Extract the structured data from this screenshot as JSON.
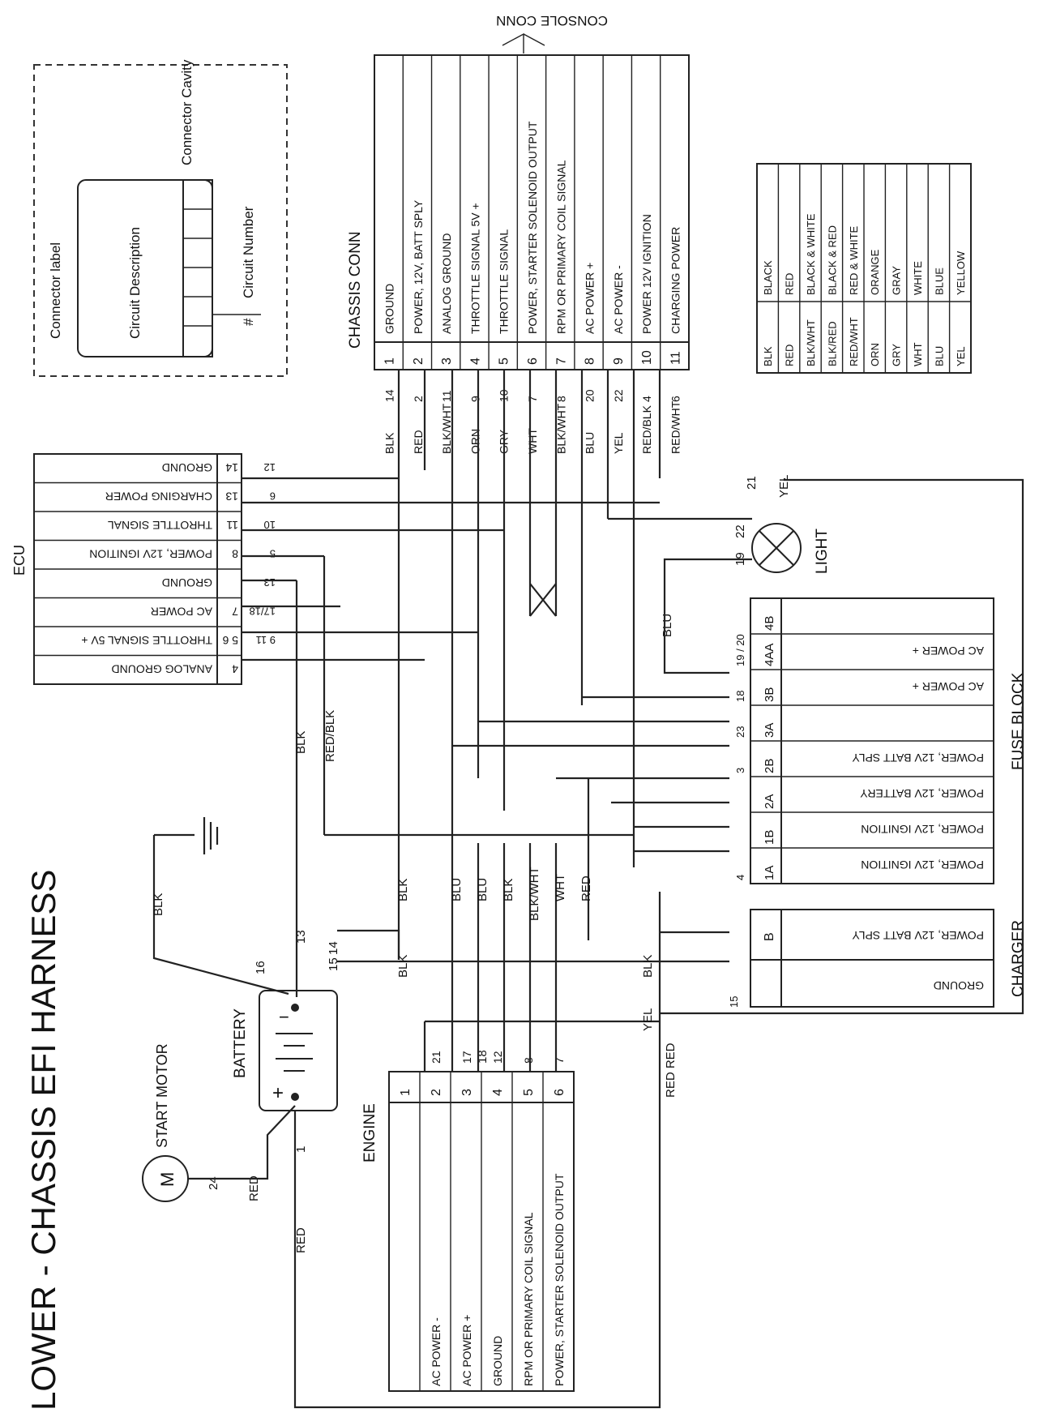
{
  "title": "LOWER - CHASSIS EFI HARNESS",
  "legend_key": {
    "connector_label": "Connector label",
    "circuit_description": "Circuit Description",
    "connector_cavity": "Connector Cavity",
    "circuit_number": "Circuit Number",
    "hash": "#"
  },
  "chassis_conn": {
    "label": "CHASSIS CONN",
    "console_label": "CONSOLE CONN",
    "pins": [
      {
        "cavity": "1",
        "desc": "GROUND",
        "color": "BLK",
        "circuit": "14"
      },
      {
        "cavity": "2",
        "desc": "POWER, 12V, BATT SPLY",
        "color": "RED",
        "circuit": "2"
      },
      {
        "cavity": "3",
        "desc": "ANALOG GROUND",
        "color": "BLK/WHT",
        "circuit": "11"
      },
      {
        "cavity": "4",
        "desc": "THROTTLE SIGNAL 5V +",
        "color": "ORN",
        "circuit": "9"
      },
      {
        "cavity": "5",
        "desc": "THROTTLE SIGNAL",
        "color": "GRY",
        "circuit": "10"
      },
      {
        "cavity": "6",
        "desc": "POWER, STARTER SOLENOID OUTPUT",
        "color": "WHT",
        "circuit": "7"
      },
      {
        "cavity": "7",
        "desc": "RPM OR PRIMARY COIL SIGNAL",
        "color": "BLK/WHT",
        "circuit": "8"
      },
      {
        "cavity": "8",
        "desc": "AC POWER +",
        "color": "BLU",
        "circuit": "20"
      },
      {
        "cavity": "9",
        "desc": "AC POWER -",
        "color": "YEL",
        "circuit": "22"
      },
      {
        "cavity": "10",
        "desc": "POWER 12V IGNITION",
        "color": "RED/BLK",
        "circuit": "4"
      },
      {
        "cavity": "11",
        "desc": "CHARGING POWER",
        "color": "RED/WHT",
        "circuit": "6"
      }
    ]
  },
  "color_key": [
    {
      "abbr": "BLK",
      "name": "BLACK"
    },
    {
      "abbr": "RED",
      "name": "RED"
    },
    {
      "abbr": "BLK/WHT",
      "name": "BLACK & WHITE"
    },
    {
      "abbr": "BLK/RED",
      "name": "BLACK & RED"
    },
    {
      "abbr": "RED/WHT",
      "name": "RED & WHITE"
    },
    {
      "abbr": "ORN",
      "name": "ORANGE"
    },
    {
      "abbr": "GRY",
      "name": "GRAY"
    },
    {
      "abbr": "WHT",
      "name": "WHITE"
    },
    {
      "abbr": "BLU",
      "name": "BLUE"
    },
    {
      "abbr": "YEL",
      "name": "YELLOW"
    }
  ],
  "ecu": {
    "label": "ECU",
    "pins": [
      {
        "cavity": "14",
        "desc": "GROUND",
        "circuit": "12"
      },
      {
        "cavity": "13",
        "desc": "CHARGING POWER",
        "circuit": "6"
      },
      {
        "cavity": "11",
        "desc": "THROTTLE SIGNAL",
        "circuit": "10"
      },
      {
        "cavity": "8",
        "desc": "POWER, 12V IGNITION",
        "circuit": "5"
      },
      {
        "cavity": "",
        "desc": "GROUND",
        "circuit": "13"
      },
      {
        "cavity": "7",
        "desc": "AC POWER",
        "circuit": "17/18"
      },
      {
        "cavity": "5 6",
        "desc": "THROTTLE SIGNAL 5V +",
        "circuit": "9 11"
      },
      {
        "cavity": "4",
        "desc": "ANALOG GROUND",
        "circuit": ""
      }
    ]
  },
  "light": {
    "label": "LIGHT",
    "circuits": [
      "21",
      "22",
      "19"
    ],
    "wire_top": "YEL",
    "wire_bottom": "BLU"
  },
  "fuse_block": {
    "label": "FUSE BLOCK",
    "pins": [
      {
        "cavity": "4B",
        "desc": "",
        "circuit": ""
      },
      {
        "cavity": "4AA",
        "desc": "AC POWER +",
        "circuit": "19 / 20"
      },
      {
        "cavity": "3B",
        "desc": "AC POWER +",
        "circuit": "18"
      },
      {
        "cavity": "3A",
        "desc": "",
        "circuit": "23"
      },
      {
        "cavity": "2B",
        "desc": "POWER, 12V BATT SPLY",
        "circuit": "3"
      },
      {
        "cavity": "2A",
        "desc": "POWER, 12V BATTERY",
        "circuit": ""
      },
      {
        "cavity": "1B",
        "desc": "POWER, 12V IGNITION",
        "circuit": ""
      },
      {
        "cavity": "1A",
        "desc": "POWER, 12V IGNITION",
        "circuit": "4"
      }
    ]
  },
  "charger": {
    "label": "CHARGER",
    "pins": [
      {
        "cavity": "B",
        "desc": "POWER, 12V BATT SPLY",
        "circuit": ""
      },
      {
        "cavity": "",
        "desc": "GROUND",
        "circuit": "15"
      }
    ]
  },
  "battery": {
    "label": "BATTERY",
    "plus": "+",
    "minus": "−",
    "circuits": [
      "16",
      "13",
      "15",
      "14",
      "1"
    ]
  },
  "start_motor": {
    "label": "START MOTOR",
    "symbol": "M",
    "circuit": "24",
    "wire": "RED"
  },
  "engine": {
    "label": "ENGINE",
    "pins": [
      {
        "cavity": "1",
        "desc": "",
        "circuit": ""
      },
      {
        "cavity": "2",
        "desc": "AC POWER -",
        "circuit": "21"
      },
      {
        "cavity": "3",
        "desc": "AC POWER +",
        "circuit": "17"
      },
      {
        "cavity": "4",
        "desc": "GROUND",
        "circuit": "12"
      },
      {
        "cavity": "5",
        "desc": "RPM OR PRIMARY COIL SIGNAL",
        "circuit": "8"
      },
      {
        "cavity": "6",
        "desc": "POWER, STARTER SOLENOID OUTPUT",
        "circuit": "7"
      }
    ],
    "extra_circuit": "18"
  },
  "wire_labels": {
    "blk": "BLK",
    "red": "RED",
    "blu": "BLU",
    "yel": "YEL",
    "wht": "WHT",
    "blkwht": "BLK/WHT",
    "redblk": "RED/BLK",
    "red_red": "RED RED"
  }
}
